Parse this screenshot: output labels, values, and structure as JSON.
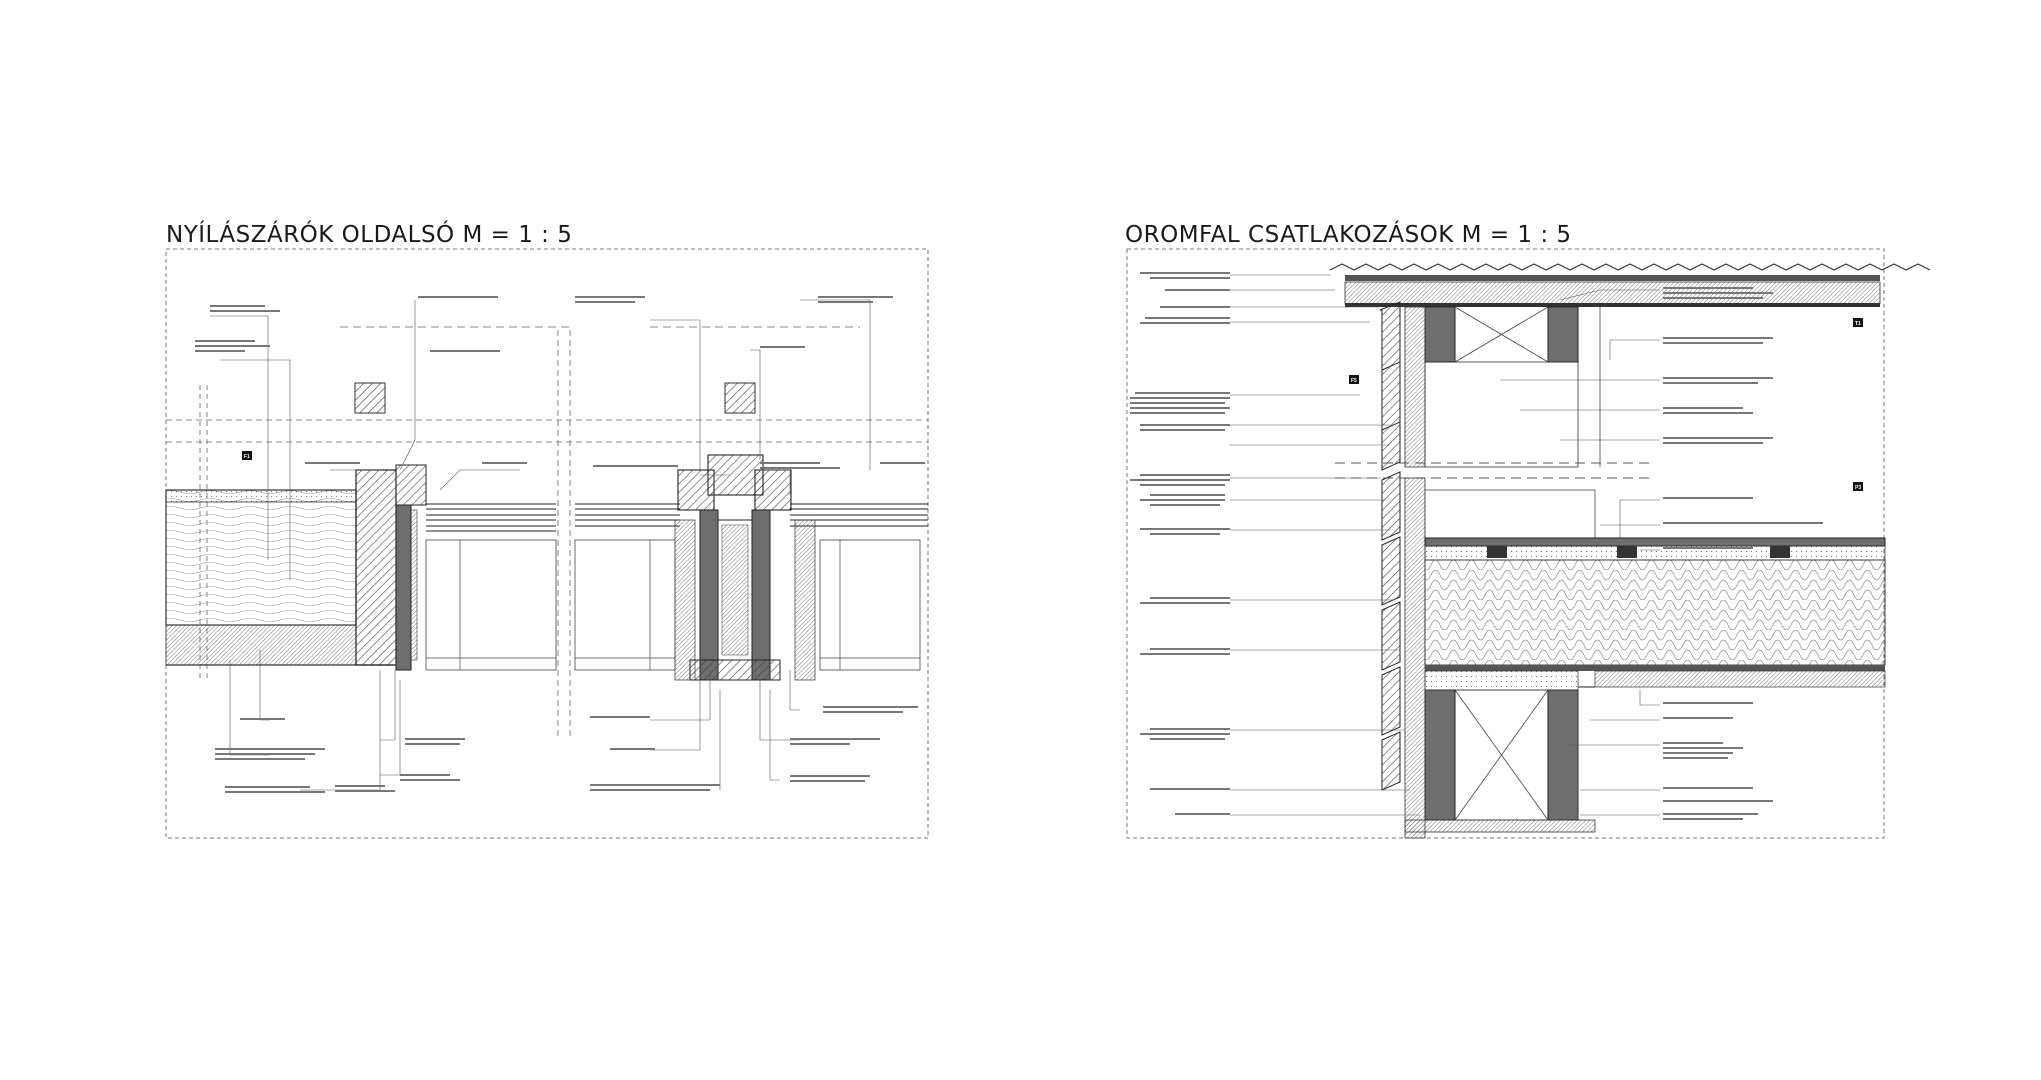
{
  "titles": {
    "left": "NYÍLÁSZÁRÓK OLDALSÓ  M = 1 : 5",
    "right": "OROMFAL CSATLAKOZÁSOK  M = 1 : 5"
  },
  "tags": {
    "left_f1": "F1",
    "right_f5": "F5",
    "right_t1": "T1",
    "right_p3": "P3"
  },
  "colors": {
    "line": "#1a1a1a",
    "hatch": "#555555",
    "timber_dark": "#6e6e6e",
    "frame": "#8a8a8a"
  }
}
